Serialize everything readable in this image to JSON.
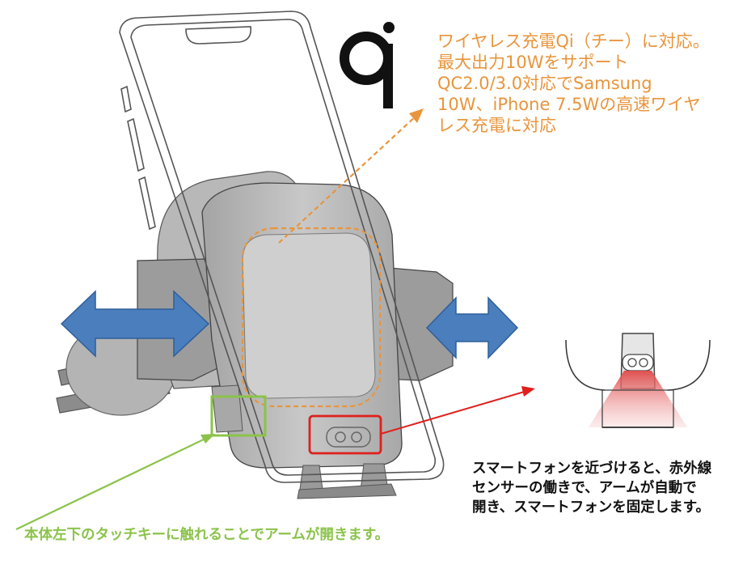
{
  "callouts": {
    "qi_description": "ワイヤレス充電Qi（チー）に対応。\n最大出力10Wをサポート\nQC2.0/3.0対応でSamsung\n10W、iPhone 7.5Wの高速ワイヤ\nレス充電に対応",
    "sensor_description": "スマートフォンを近づけると、赤外線\nセンサーの働きで、アームが自動で\n開き、スマートフォンを固定します。",
    "touch_key_description": "本体左下のタッチキーに触れることでアームが開きます。"
  },
  "colors": {
    "qi_callout": "#e8953c",
    "sensor_callout": "#e0201c",
    "touch_callout": "#8bc34a",
    "arm_arrows": "#4a7ebd",
    "sensor_glow": "#e85a5a"
  },
  "icons": {
    "qi_logo": "qi-logo-icon",
    "arm_direction": "double-arrow-icon",
    "ir_sensor": "sensor-icon"
  }
}
